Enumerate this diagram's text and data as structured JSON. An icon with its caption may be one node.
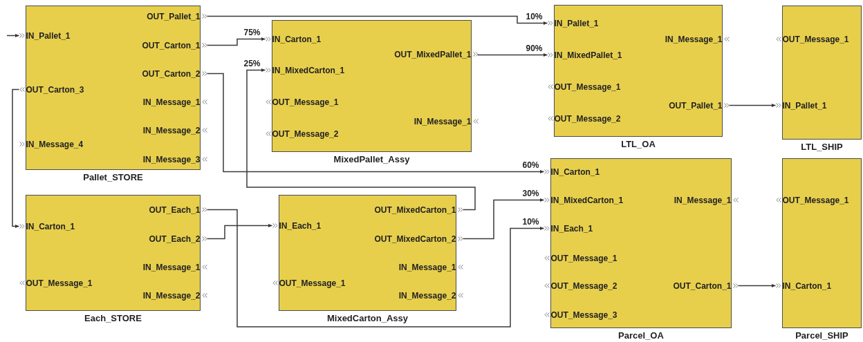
{
  "diagram": {
    "nodes": [
      {
        "text": [
          "Pallet_STORE"
        ]
      },
      {
        "text": [
          "OUT_Pallet_1"
        ],
        "in": 0
      },
      {
        "text": [
          "IN_Pallet_1"
        ],
        "in": 0
      },
      {
        "text": [
          "OUT_Carton_1"
        ],
        "in": 0
      },
      {
        "text": [
          "OUT_Carton_2"
        ],
        "in": 0
      },
      {
        "text": [
          "OUT_Carton_3"
        ],
        "in": 0
      },
      {
        "text": [
          "IN_Message_1"
        ],
        "in": 0
      },
      {
        "text": [
          "IN_Message_2"
        ],
        "in": 0
      },
      {
        "text": [
          "IN_Message_4"
        ],
        "in": 0
      },
      {
        "text": [
          "IN_Message_3"
        ],
        "in": 0
      },
      {
        "text": [
          "MixedPallet_Assy"
        ]
      },
      {
        "text": [
          "IN_Carton_1"
        ],
        "in": 10
      },
      {
        "text": [
          "OUT_MixedPallet_1"
        ],
        "in": 10
      },
      {
        "text": [
          "IN_MixedCarton_1"
        ],
        "in": 10
      },
      {
        "text": [
          "OUT_Message_1"
        ],
        "in": 10
      },
      {
        "text": [
          "IN_Message_1"
        ],
        "in": 10
      },
      {
        "text": [
          "OUT_Message_2"
        ],
        "in": 10
      },
      {
        "text": [
          "LTL_OA"
        ]
      },
      {
        "text": [
          "IN_Pallet_1"
        ],
        "in": 17
      },
      {
        "text": [
          "IN_Message_1"
        ],
        "in": 17
      },
      {
        "text": [
          "IN_MixedPallet_1"
        ],
        "in": 17
      },
      {
        "text": [
          "OUT_Message_1"
        ],
        "in": 17
      },
      {
        "text": [
          "OUT_Pallet_1"
        ],
        "in": 17
      },
      {
        "text": [
          "OUT_Message_2"
        ],
        "in": 17
      },
      {
        "text": [
          "LTL_SHIP"
        ]
      },
      {
        "text": [
          "OUT_Message_1"
        ],
        "in": 24
      },
      {
        "text": [
          "IN_Pallet_1"
        ],
        "in": 24
      },
      {
        "text": [
          "Each_STORE"
        ]
      },
      {
        "text": [
          "OUT_Each_1"
        ],
        "in": 27
      },
      {
        "text": [
          "IN_Carton_1"
        ],
        "in": 27
      },
      {
        "text": [
          "OUT_Each_2"
        ],
        "in": 27
      },
      {
        "text": [
          "IN_Message_1"
        ],
        "in": 27
      },
      {
        "text": [
          "OUT_Message_1"
        ],
        "in": 27
      },
      {
        "text": [
          "IN_Message_2"
        ],
        "in": 27
      },
      {
        "text": [
          "MixedCarton_Assy"
        ]
      },
      {
        "text": [
          "OUT_MixedCarton_1"
        ],
        "in": 34
      },
      {
        "text": [
          "IN_Each_1"
        ],
        "in": 34
      },
      {
        "text": [
          "OUT_MixedCarton_2"
        ],
        "in": 34
      },
      {
        "text": [
          "IN_Message_1"
        ],
        "in": 34
      },
      {
        "text": [
          "OUT_Message_1"
        ],
        "in": 34
      },
      {
        "text": [
          "IN_Message_2"
        ],
        "in": 34
      },
      {
        "text": [
          "Parcel_OA"
        ]
      },
      {
        "text": [
          "IN_Carton_1"
        ],
        "in": 41
      },
      {
        "text": [
          "IN_MixedCarton_1"
        ],
        "in": 41
      },
      {
        "text": [
          "IN_Message_1"
        ],
        "in": 41
      },
      {
        "text": [
          "IN_Each_1"
        ],
        "in": 41
      },
      {
        "text": [
          "OUT_Message_1"
        ],
        "in": 41
      },
      {
        "text": [
          "OUT_Message_2"
        ],
        "in": 41
      },
      {
        "text": [
          "OUT_Carton_1"
        ],
        "in": 41
      },
      {
        "text": [
          "OUT_Message_3"
        ],
        "in": 41
      },
      {
        "text": [
          "Parcel_SHIP"
        ]
      },
      {
        "text": [
          "OUT_Message_1"
        ],
        "in": 50
      },
      {
        "text": [
          "IN_Carton_1"
        ],
        "in": 50
      }
    ],
    "edges": [
      {
        "from": null,
        "to": 2,
        "arrow": "to"
      },
      {
        "from": 1,
        "to": 18,
        "arrow": "to",
        "label": "10%"
      },
      {
        "from": 3,
        "to": 11,
        "arrow": "to",
        "label": "75%"
      },
      {
        "from": 4,
        "to": 42,
        "arrow": "to",
        "label": "60%"
      },
      {
        "from": 5,
        "to": 29,
        "arrow": "to"
      },
      {
        "from": 12,
        "to": 20,
        "arrow": "to",
        "label": "90%"
      },
      {
        "from": 35,
        "to": 13,
        "arrow": "to",
        "label": "25%"
      },
      {
        "from": 37,
        "to": 43,
        "arrow": "to",
        "label": "30%"
      },
      {
        "from": 28,
        "to": 45,
        "arrow": "to",
        "label": "10%"
      },
      {
        "from": 30,
        "to": 36,
        "arrow": "to"
      },
      {
        "from": 22,
        "to": 26,
        "arrow": "to"
      },
      {
        "from": 48,
        "to": 52,
        "arrow": "to"
      }
    ]
  }
}
